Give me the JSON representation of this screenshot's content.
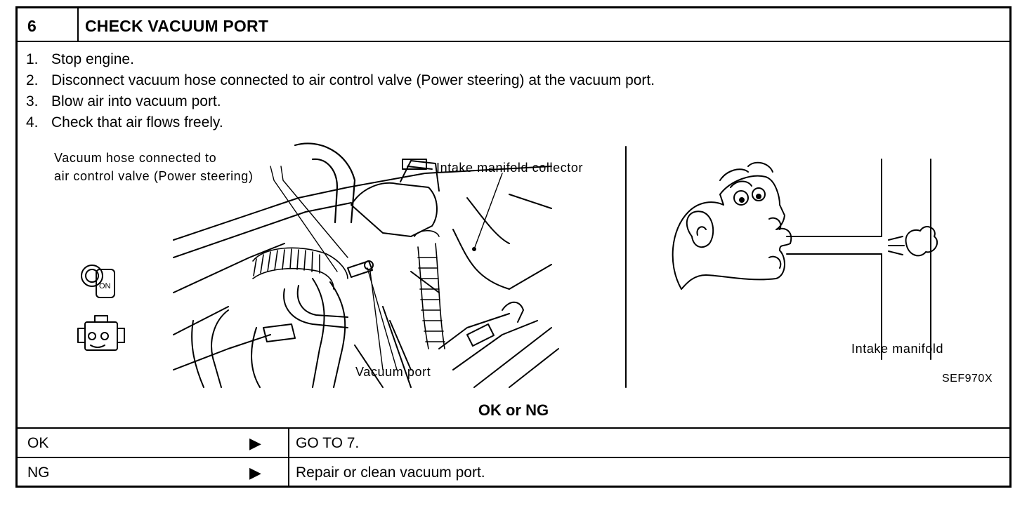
{
  "header": {
    "step_number": "6",
    "title": "CHECK VACUUM PORT"
  },
  "steps": [
    {
      "num": "1.",
      "text": "Stop engine."
    },
    {
      "num": "2.",
      "text": "Disconnect vacuum hose connected to air control valve (Power steering) at the vacuum port."
    },
    {
      "num": "3.",
      "text": "Blow air into vacuum port."
    },
    {
      "num": "4.",
      "text": "Check that air flows freely."
    }
  ],
  "figure": {
    "hose_label_line1": "Vacuum hose connected to",
    "hose_label_line2": "air control valve (Power steering)",
    "collector_label": "Intake manifold collector",
    "port_label": "Vacuum port",
    "manifold_label": "Intake manifold",
    "ref_code": "SEF970X",
    "ignition_text": "ON"
  },
  "result_heading": "OK or NG",
  "results": [
    {
      "condition": "OK",
      "arrow": "▶",
      "action": "GO TO 7."
    },
    {
      "condition": "NG",
      "arrow": "▶",
      "action": "Repair or clean vacuum port."
    }
  ]
}
